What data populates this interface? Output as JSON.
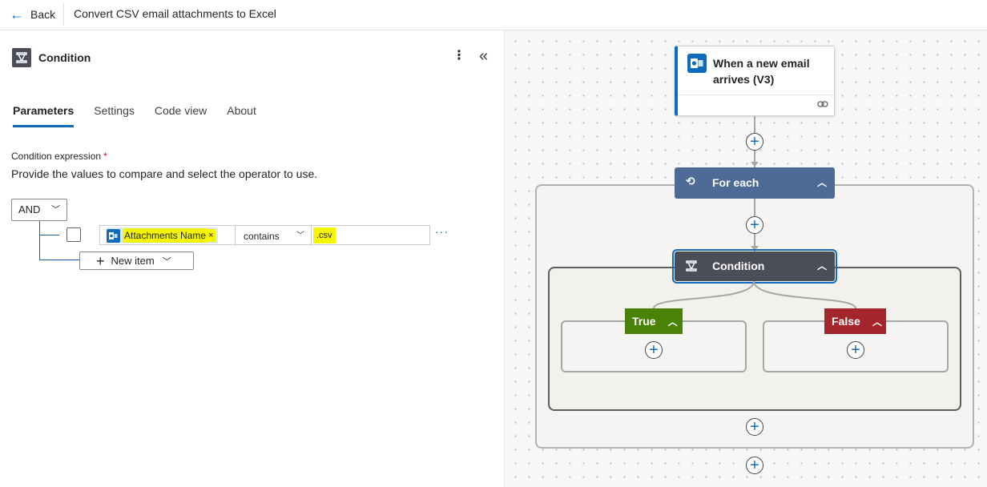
{
  "topbar": {
    "back_label": "Back",
    "flow_title": "Convert CSV email attachments to Excel"
  },
  "panel": {
    "title": "Condition",
    "tabs": [
      {
        "label": "Parameters",
        "active": true
      },
      {
        "label": "Settings",
        "active": false
      },
      {
        "label": "Code view",
        "active": false
      },
      {
        "label": "About",
        "active": false
      }
    ],
    "condition_label": "Condition expression",
    "required_mark": "*",
    "description": "Provide the values to compare and select the operator to use.",
    "group_operator": "AND",
    "row": {
      "token_label": "Attachments Name",
      "token_remove": "×",
      "operator": "contains",
      "value": ".csv",
      "more": "···"
    },
    "new_item_label": "New item"
  },
  "canvas": {
    "trigger": {
      "title": "When a new email arrives (V3)"
    },
    "foreach": {
      "label": "For each"
    },
    "condition": {
      "label": "Condition"
    },
    "true_branch": {
      "label": "True"
    },
    "false_branch": {
      "label": "False"
    }
  },
  "colors": {
    "accent": "#0f6cbd",
    "foreach": "#4d6b96",
    "condition": "#4b4e58",
    "true": "#498205",
    "false": "#a4262c",
    "highlight": "#f5f500"
  },
  "icons": {
    "back": "arrow-left-icon",
    "condition": "condition-icon",
    "more": "more-vertical-icon",
    "collapse": "double-chevron-left-icon",
    "outlook": "outlook-icon",
    "link": "link-icon",
    "loop": "loop-icon",
    "add": "plus-circle-icon"
  }
}
